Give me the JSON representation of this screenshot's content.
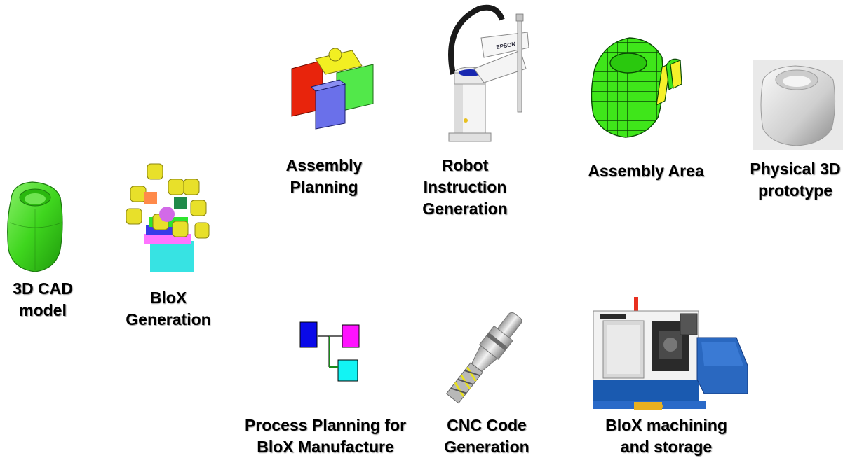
{
  "stages": [
    {
      "id": "cad",
      "label": "3D CAD\nmodel",
      "icon": "green-rounded-cube-icon"
    },
    {
      "id": "blox",
      "label": "BloX\nGeneration",
      "icon": "blox-decomposition-icon"
    },
    {
      "id": "assembly_planning",
      "label": "Assembly\nPlanning",
      "icon": "puzzle-blocks-icon"
    },
    {
      "id": "robot",
      "label": "Robot\nInstruction\nGeneration",
      "icon": "scara-robot-icon",
      "robot_brand": "EPSON"
    },
    {
      "id": "assembly_area",
      "label": "Assembly Area",
      "icon": "wireframe-cube-icon"
    },
    {
      "id": "prototype",
      "label": "Physical 3D\nprototype",
      "icon": "grey-cube-prototype-icon"
    },
    {
      "id": "process_planning",
      "label": "Process Planning for\nBloX Manufacture",
      "icon": "process-tree-icon"
    },
    {
      "id": "cnc",
      "label": "CNC Code\nGeneration",
      "icon": "end-mill-tool-icon"
    },
    {
      "id": "machining",
      "label": "BloX machining\nand storage",
      "icon": "cnc-machine-icon"
    }
  ],
  "colors": {
    "cad_green": "#3fd61e",
    "puzzle_red": "#e8240c",
    "puzzle_yellow": "#f2ef22",
    "puzzle_green": "#52e84a",
    "puzzle_blue": "#6a70ea",
    "tree_blue": "#0a0ae8",
    "tree_magenta": "#ff12ff",
    "tree_cyan": "#12f4f4"
  }
}
